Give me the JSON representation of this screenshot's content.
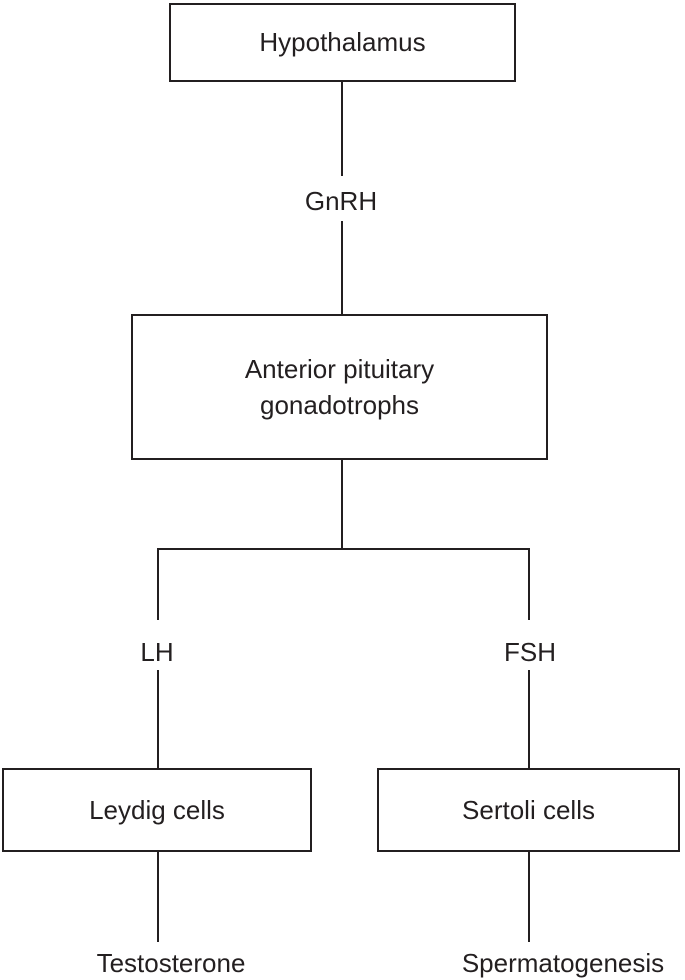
{
  "flowchart": {
    "background_color": "#ffffff",
    "line_color": "#231f20",
    "text_color": "#231f20",
    "boxes": {
      "hypothalamus": {
        "label": "Hypothalamus"
      },
      "anterior_pituitary": {
        "lines": [
          "Anterior pituitary",
          "gonadotrophs"
        ]
      },
      "leydig": {
        "label": "Leydig cells"
      },
      "sertoli": {
        "label": "Sertoli cells"
      }
    },
    "edge_labels": {
      "gnrh": "GnRH",
      "lh": "LH",
      "fsh": "FSH"
    },
    "outputs": {
      "testosterone": "Testosterone",
      "spermatogenesis": "Spermatogenesis"
    }
  }
}
